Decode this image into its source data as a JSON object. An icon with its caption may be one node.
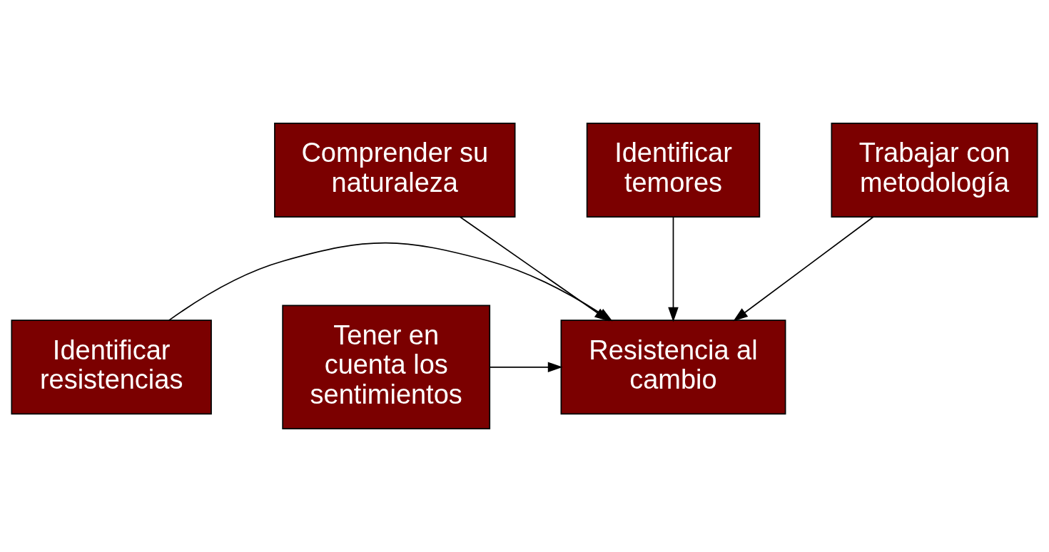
{
  "diagram": {
    "nodes": [
      {
        "text": [
          "Comprender su naturaleza"
        ]
      },
      {
        "text": [
          "Identificar temores"
        ]
      },
      {
        "text": [
          "Resistencia al cambio"
        ]
      },
      {
        "text": [
          "Identificar resistencias"
        ]
      },
      {
        "text": [
          "Tener en cuenta los sentimientos"
        ]
      },
      {
        "text": [
          "Trabajar con metodología"
        ]
      }
    ],
    "edges": [
      {
        "from": 0,
        "to": 2,
        "arrow": "to"
      },
      {
        "from": 1,
        "to": 2,
        "arrow": "to"
      },
      {
        "from": 3,
        "to": 2,
        "arrow": "to"
      },
      {
        "from": 4,
        "to": 2,
        "arrow": "to"
      },
      {
        "from": 5,
        "to": 2,
        "arrow": "to"
      }
    ]
  }
}
